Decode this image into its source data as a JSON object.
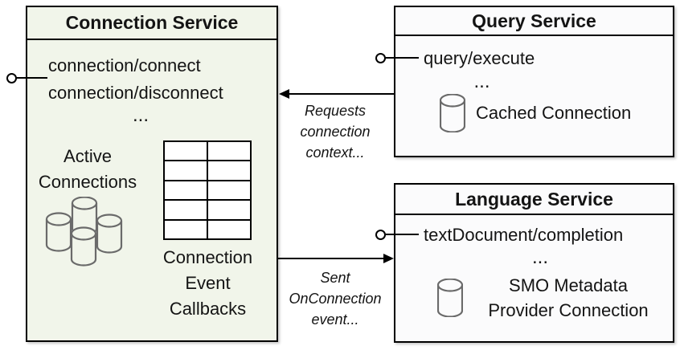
{
  "colors": {
    "connection_fill": "#f1f5ea",
    "service_fill": "#fbfbfc",
    "border": "#000000",
    "cylinder_stroke": "#6a6a6a",
    "text": "#141414"
  },
  "connection_service": {
    "title": "Connection Service",
    "endpoints": "connection/connect\nconnection/disconnect",
    "ellipsis": "...",
    "active_connections_label": "Active\nConnections",
    "callbacks_table": {
      "rows": 5,
      "cols": 2
    },
    "callbacks_label": "Connection\nEvent\nCallbacks"
  },
  "query_service": {
    "title": "Query Service",
    "endpoint": "query/execute",
    "ellipsis": "...",
    "cached_connection_label": "Cached Connection"
  },
  "language_service": {
    "title": "Language Service",
    "endpoint": "textDocument/completion",
    "ellipsis": "...",
    "smo_label": "SMO Metadata\nProvider Connection"
  },
  "arrows": {
    "requests_label": "Requests\nconnection\ncontext...",
    "sent_label": "Sent\nOnConnection\nevent..."
  },
  "icons": {
    "cluster": "database-cluster-icon",
    "database": "database-icon",
    "lollipop": "lollipop-interface-icon"
  }
}
